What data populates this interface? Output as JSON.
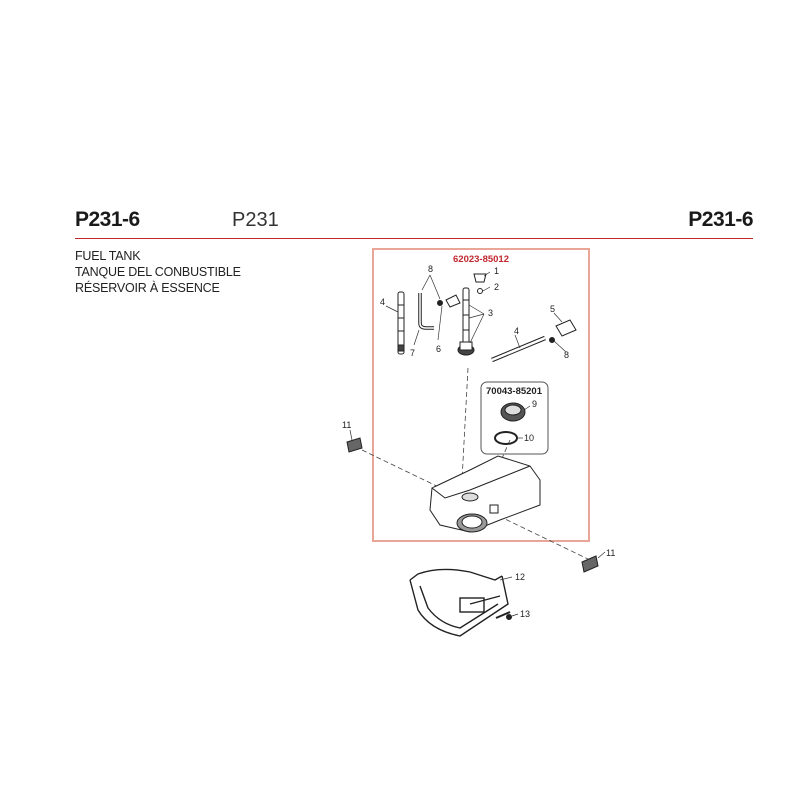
{
  "header": {
    "page_code_left": "P231-6",
    "model": "P231",
    "page_code_right": "P231-6"
  },
  "titles": {
    "en": "FUEL TANK",
    "es": "TANQUE DEL CONBUSTIBLE",
    "fr": "RÉSERVOIR À ESSENCE"
  },
  "kits": {
    "main_kit": "62023-85012",
    "cap_kit": "70043-85201"
  },
  "callouts": {
    "c1": "1",
    "c2": "2",
    "c3": "3",
    "c4a": "4",
    "c4b": "4",
    "c5": "5",
    "c6": "6",
    "c7": "7",
    "c8a": "8",
    "c8b": "8",
    "c9": "9",
    "c10": "10",
    "c11a": "11",
    "c11b": "11",
    "c12": "12",
    "c13": "13"
  },
  "colors": {
    "accent_red": "#c0272d",
    "kit_box": "#e9a596",
    "line": "#222222"
  }
}
